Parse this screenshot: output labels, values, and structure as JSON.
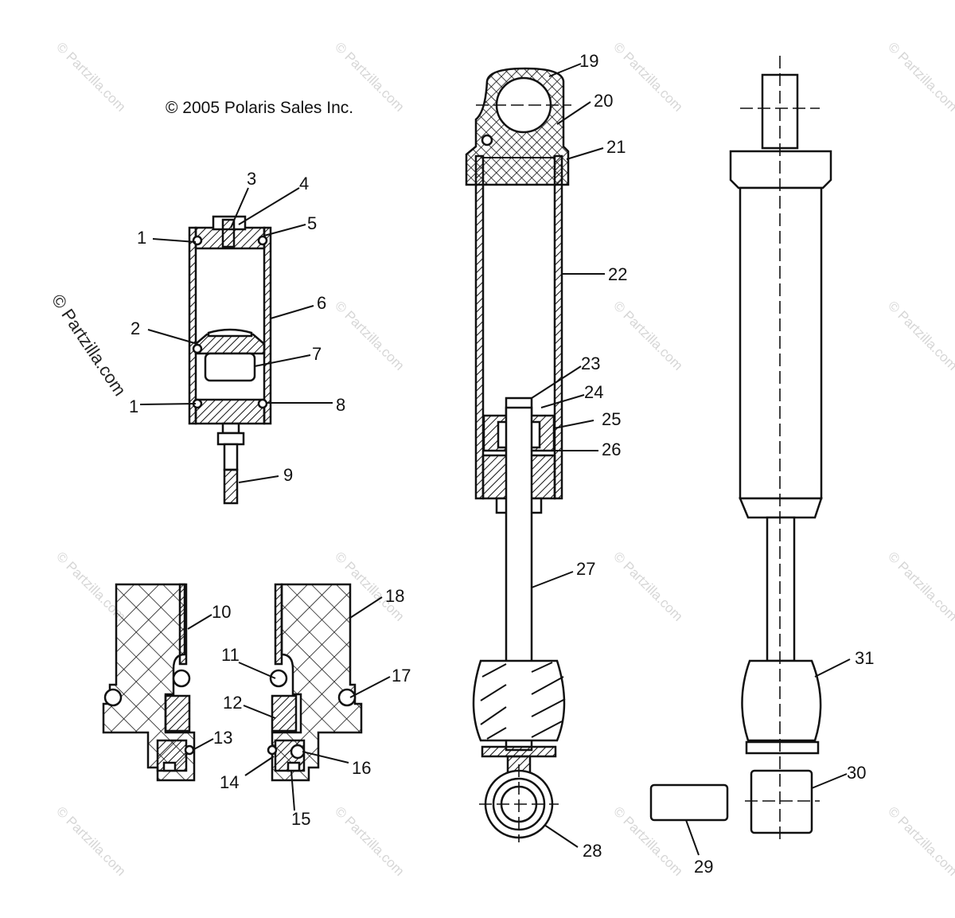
{
  "copyright": "© 2005 Polaris Sales Inc.",
  "watermark": "© Partzilla.com",
  "callouts": [
    {
      "id": "c1a",
      "label": "1"
    },
    {
      "id": "c1b",
      "label": "1"
    },
    {
      "id": "c2",
      "label": "2"
    },
    {
      "id": "c3",
      "label": "3"
    },
    {
      "id": "c4",
      "label": "4"
    },
    {
      "id": "c5",
      "label": "5"
    },
    {
      "id": "c6",
      "label": "6"
    },
    {
      "id": "c7",
      "label": "7"
    },
    {
      "id": "c8",
      "label": "8"
    },
    {
      "id": "c9",
      "label": "9"
    },
    {
      "id": "c10",
      "label": "10"
    },
    {
      "id": "c11",
      "label": "11"
    },
    {
      "id": "c12",
      "label": "12"
    },
    {
      "id": "c13",
      "label": "13"
    },
    {
      "id": "c14",
      "label": "14"
    },
    {
      "id": "c15",
      "label": "15"
    },
    {
      "id": "c16",
      "label": "16"
    },
    {
      "id": "c17",
      "label": "17"
    },
    {
      "id": "c18",
      "label": "18"
    },
    {
      "id": "c19",
      "label": "19"
    },
    {
      "id": "c20",
      "label": "20"
    },
    {
      "id": "c21",
      "label": "21"
    },
    {
      "id": "c22",
      "label": "22"
    },
    {
      "id": "c23",
      "label": "23"
    },
    {
      "id": "c24",
      "label": "24"
    },
    {
      "id": "c25",
      "label": "25"
    },
    {
      "id": "c26",
      "label": "26"
    },
    {
      "id": "c27",
      "label": "27"
    },
    {
      "id": "c28",
      "label": "28"
    },
    {
      "id": "c29",
      "label": "29"
    },
    {
      "id": "c30",
      "label": "30"
    },
    {
      "id": "c31",
      "label": "31"
    }
  ]
}
